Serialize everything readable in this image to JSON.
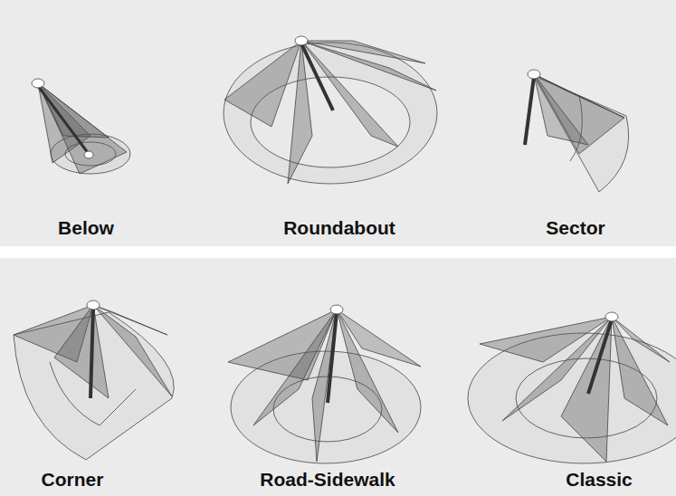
{
  "diagram": {
    "labels": [
      "Below",
      "Roundabout",
      "Sector",
      "Corner",
      "Road-Sidewalk",
      "Classic"
    ]
  }
}
